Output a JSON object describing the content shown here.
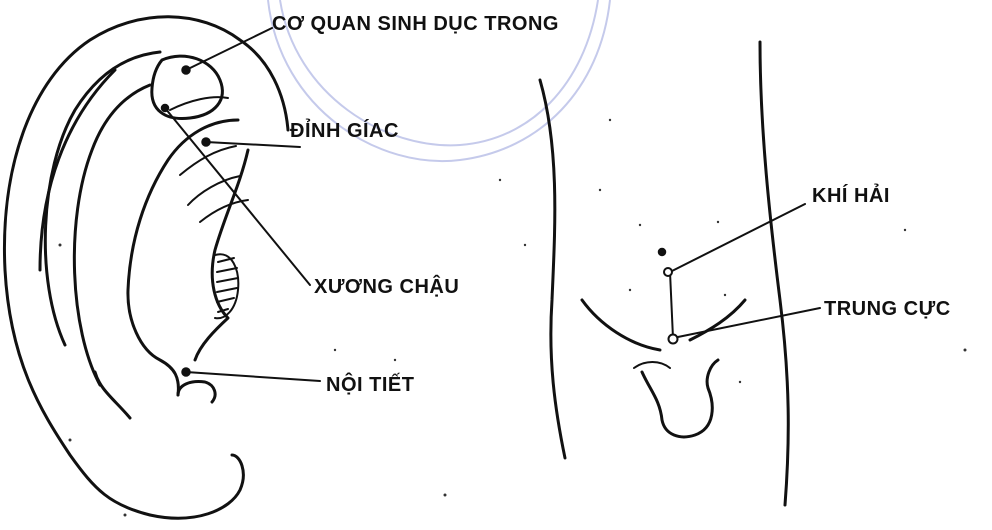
{
  "labels": {
    "co_quan_sinh_duc_trong": "CƠ QUAN SINH DỤC TRONG",
    "dinh_giac": "ĐỈNH GÍAC",
    "xuong_chau": "XƯƠNG CHẬU",
    "noi_tiet": "NỘI TIẾT",
    "khi_hai": "KHÍ HẢI",
    "trung_cuc": "TRUNG CỰC"
  },
  "colors": {
    "ink": "#111111",
    "watermark": "#b7bde6",
    "background": "#ffffff"
  }
}
